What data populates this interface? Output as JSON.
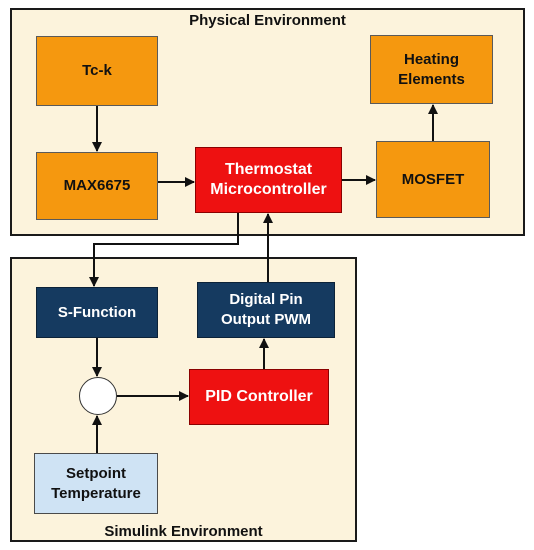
{
  "physical_env": {
    "title": "Physical Environment",
    "blocks": {
      "tck": "Tc-k",
      "max6675": "MAX6675",
      "thermostat": "Thermostat\nMicrocontroller",
      "mosfet": "MOSFET",
      "heating": "Heating\nElements"
    }
  },
  "simulink_env": {
    "title": "Simulink Environment",
    "blocks": {
      "sfunction": "S-Function",
      "digital_pin": "Digital Pin\nOutput PWM",
      "pid": "PID Controller",
      "setpoint": "Setpoint\nTemperature"
    }
  },
  "colors": {
    "orange": "#f5980f",
    "red": "#ee1111",
    "navy": "#153a60",
    "light_blue": "#cfe3f4",
    "env_background": "#fcf3dc"
  }
}
